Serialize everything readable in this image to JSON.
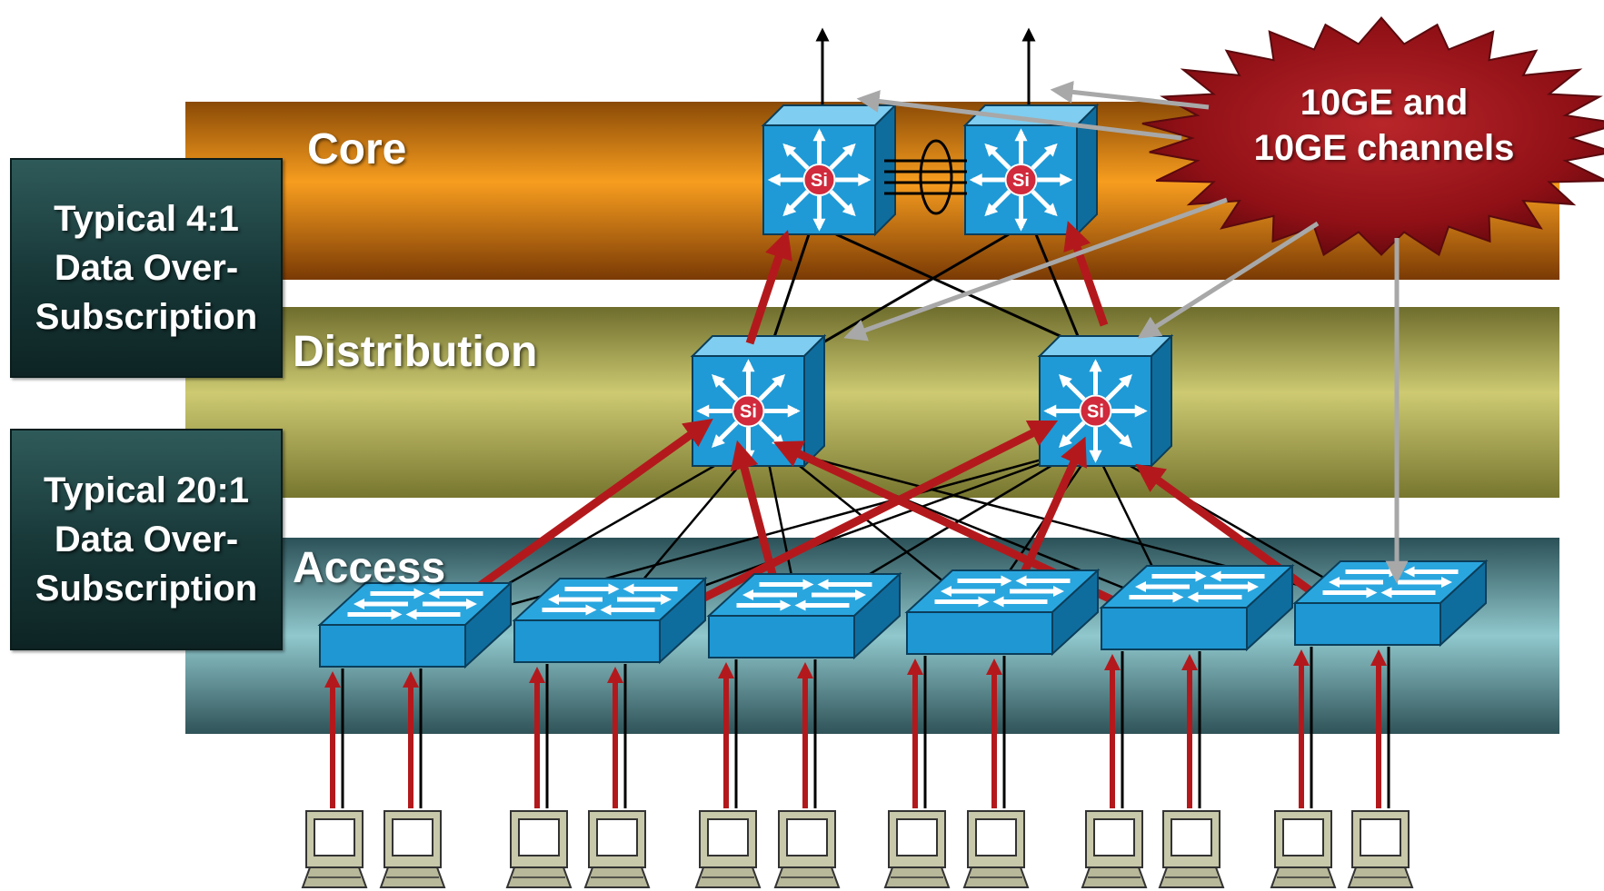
{
  "layers": {
    "core": "Core",
    "distribution": "Distribution",
    "access": "Access"
  },
  "oversubscription": {
    "core_distribution": [
      "Typical 4:1",
      "Data Over-",
      "Subscription"
    ],
    "distribution_access": [
      "Typical 20:1",
      "Data Over-",
      "Subscription"
    ]
  },
  "callout": [
    "10GE and",
    "10GE channels"
  ],
  "switch_badge": "Si",
  "devices": {
    "core_switch_count": 2,
    "distribution_switch_count": 2,
    "access_switch_count": 6,
    "host_count": 12
  },
  "colors": {
    "core_band": "#f39a1e",
    "distribution_band": "#c8c46a",
    "access_band": "#8cc7cc",
    "switch_blue": "#1f9ad6",
    "uplink_red": "#b3191c",
    "callout_red": "#a3141b",
    "label_box": "#1d3c3c"
  },
  "icons": [
    "layer3-switch-icon",
    "workgroup-switch-icon",
    "workstation-icon",
    "starburst-callout-icon"
  ]
}
